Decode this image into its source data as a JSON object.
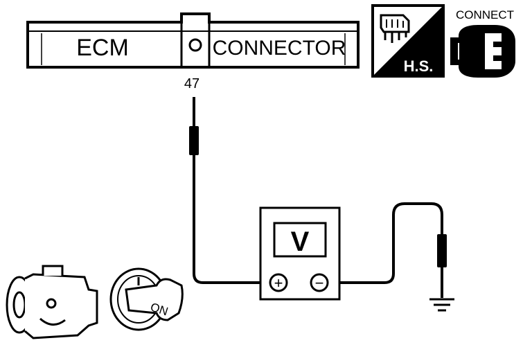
{
  "ecm_connector": {
    "left_label": "ECM",
    "right_label": "CONNECTOR",
    "terminal_number": "47"
  },
  "harness_connector_icon": {
    "label": "H.S."
  },
  "connect_icon": {
    "label": "CONNECT"
  },
  "voltmeter": {
    "display": "V",
    "positive_symbol": "+",
    "negative_symbol": "−"
  },
  "ignition_switch": {
    "key_label": "ON"
  }
}
